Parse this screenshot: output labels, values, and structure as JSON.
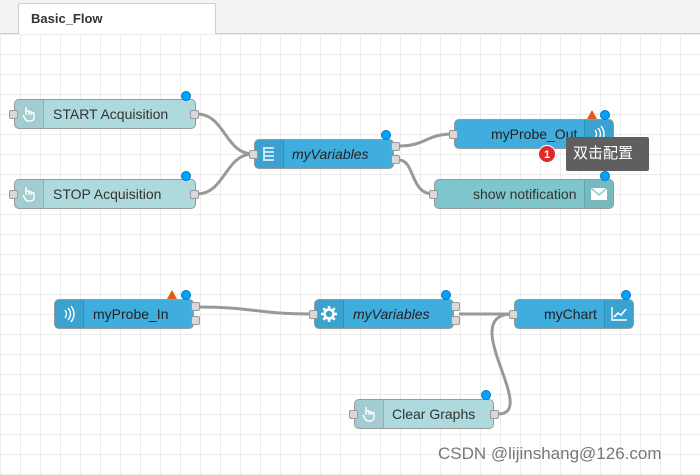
{
  "tab": {
    "label": "Basic_Flow"
  },
  "nodes": {
    "start_acquisition": "START Acquisition",
    "stop_acquisition": "STOP Acquisition",
    "my_variables_1": "myVariables",
    "my_probe_out": "myProbe_Out",
    "show_notification": "show notification",
    "my_probe_in": "myProbe_In",
    "my_variables_2": "myVariables",
    "my_chart": "myChart",
    "clear_graphs": "Clear Graphs"
  },
  "tooltip": {
    "badge": "1",
    "text": "双击配置"
  },
  "watermark": "CSDN @lijinshang@126.com",
  "colors": {
    "inject_node": "#aed9dd",
    "function_node": "#3fadde",
    "notification_node": "#7ec6cc",
    "status_dot": "#00a2ff",
    "warning": "#e35a13",
    "error_badge": "#e02a2a"
  }
}
